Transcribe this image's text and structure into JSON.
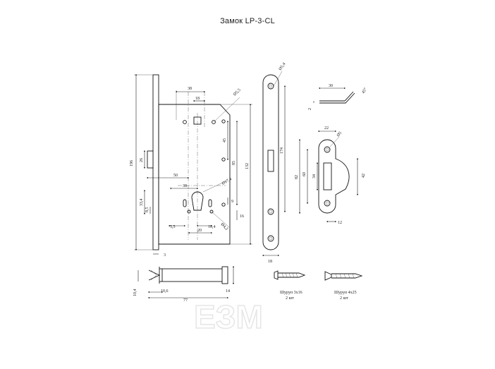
{
  "title": "Замок LP-3-CL",
  "body_view": {
    "dims": {
      "d38": "38",
      "d18": "18",
      "d5_5": "Ø5,5",
      "d45": "45",
      "d85": "85",
      "d132": "132",
      "d196": "196",
      "d26": "26",
      "d50": "50",
      "d38b": "38",
      "d17_4": "Ø17,4",
      "d9": "9",
      "d33_4": "33,4",
      "d8_5": "8,5",
      "d16": "16",
      "d5_5b": "5,5",
      "d10_4": "10,4",
      "d20": "20",
      "d4_2": "Ø4,2",
      "d3": "3"
    }
  },
  "faceplate_view": {
    "dims": {
      "d5_4": "Ø5,4",
      "d174": "174",
      "d18": "18"
    }
  },
  "strike_view": {
    "dims": {
      "d30": "30",
      "d45deg": "45°",
      "d2": "2",
      "d22": "22",
      "d5": "Ø5",
      "d82": "82",
      "d60": "60",
      "d34": "34",
      "d42": "42",
      "d12": "12"
    }
  },
  "latch_view": {
    "dims": {
      "d10_4": "10,4",
      "d10_6": "10,6",
      "d77": "77",
      "d14": "14"
    }
  },
  "screws": [
    {
      "name": "Шуруп 3х16",
      "qty": "2 шт"
    },
    {
      "name": "Шуруп 4х25",
      "qty": "2 шт"
    }
  ],
  "watermark": "ЕЗМ"
}
